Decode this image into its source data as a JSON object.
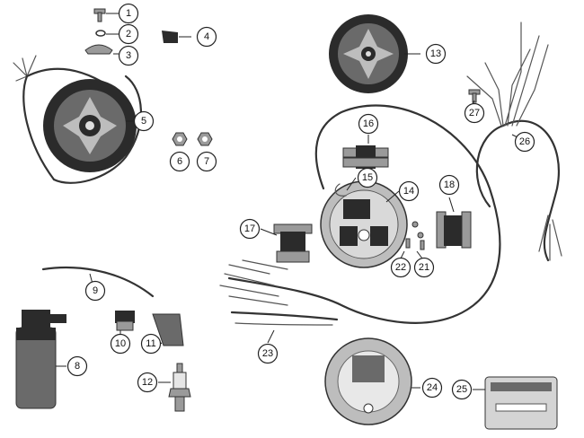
{
  "parts": [
    {
      "number": "1"
    },
    {
      "number": "2"
    },
    {
      "number": "3"
    },
    {
      "number": "4"
    },
    {
      "number": "5"
    },
    {
      "number": "6"
    },
    {
      "number": "7"
    },
    {
      "number": "8"
    },
    {
      "number": "9"
    },
    {
      "number": "10"
    },
    {
      "number": "11"
    },
    {
      "number": "12"
    },
    {
      "number": "13"
    },
    {
      "number": "14"
    },
    {
      "number": "15"
    },
    {
      "number": "16"
    },
    {
      "number": "17"
    },
    {
      "number": "18"
    },
    {
      "number": "21"
    },
    {
      "number": "22"
    },
    {
      "number": "23"
    },
    {
      "number": "24"
    },
    {
      "number": "25"
    },
    {
      "number": "26"
    },
    {
      "number": "27"
    }
  ]
}
